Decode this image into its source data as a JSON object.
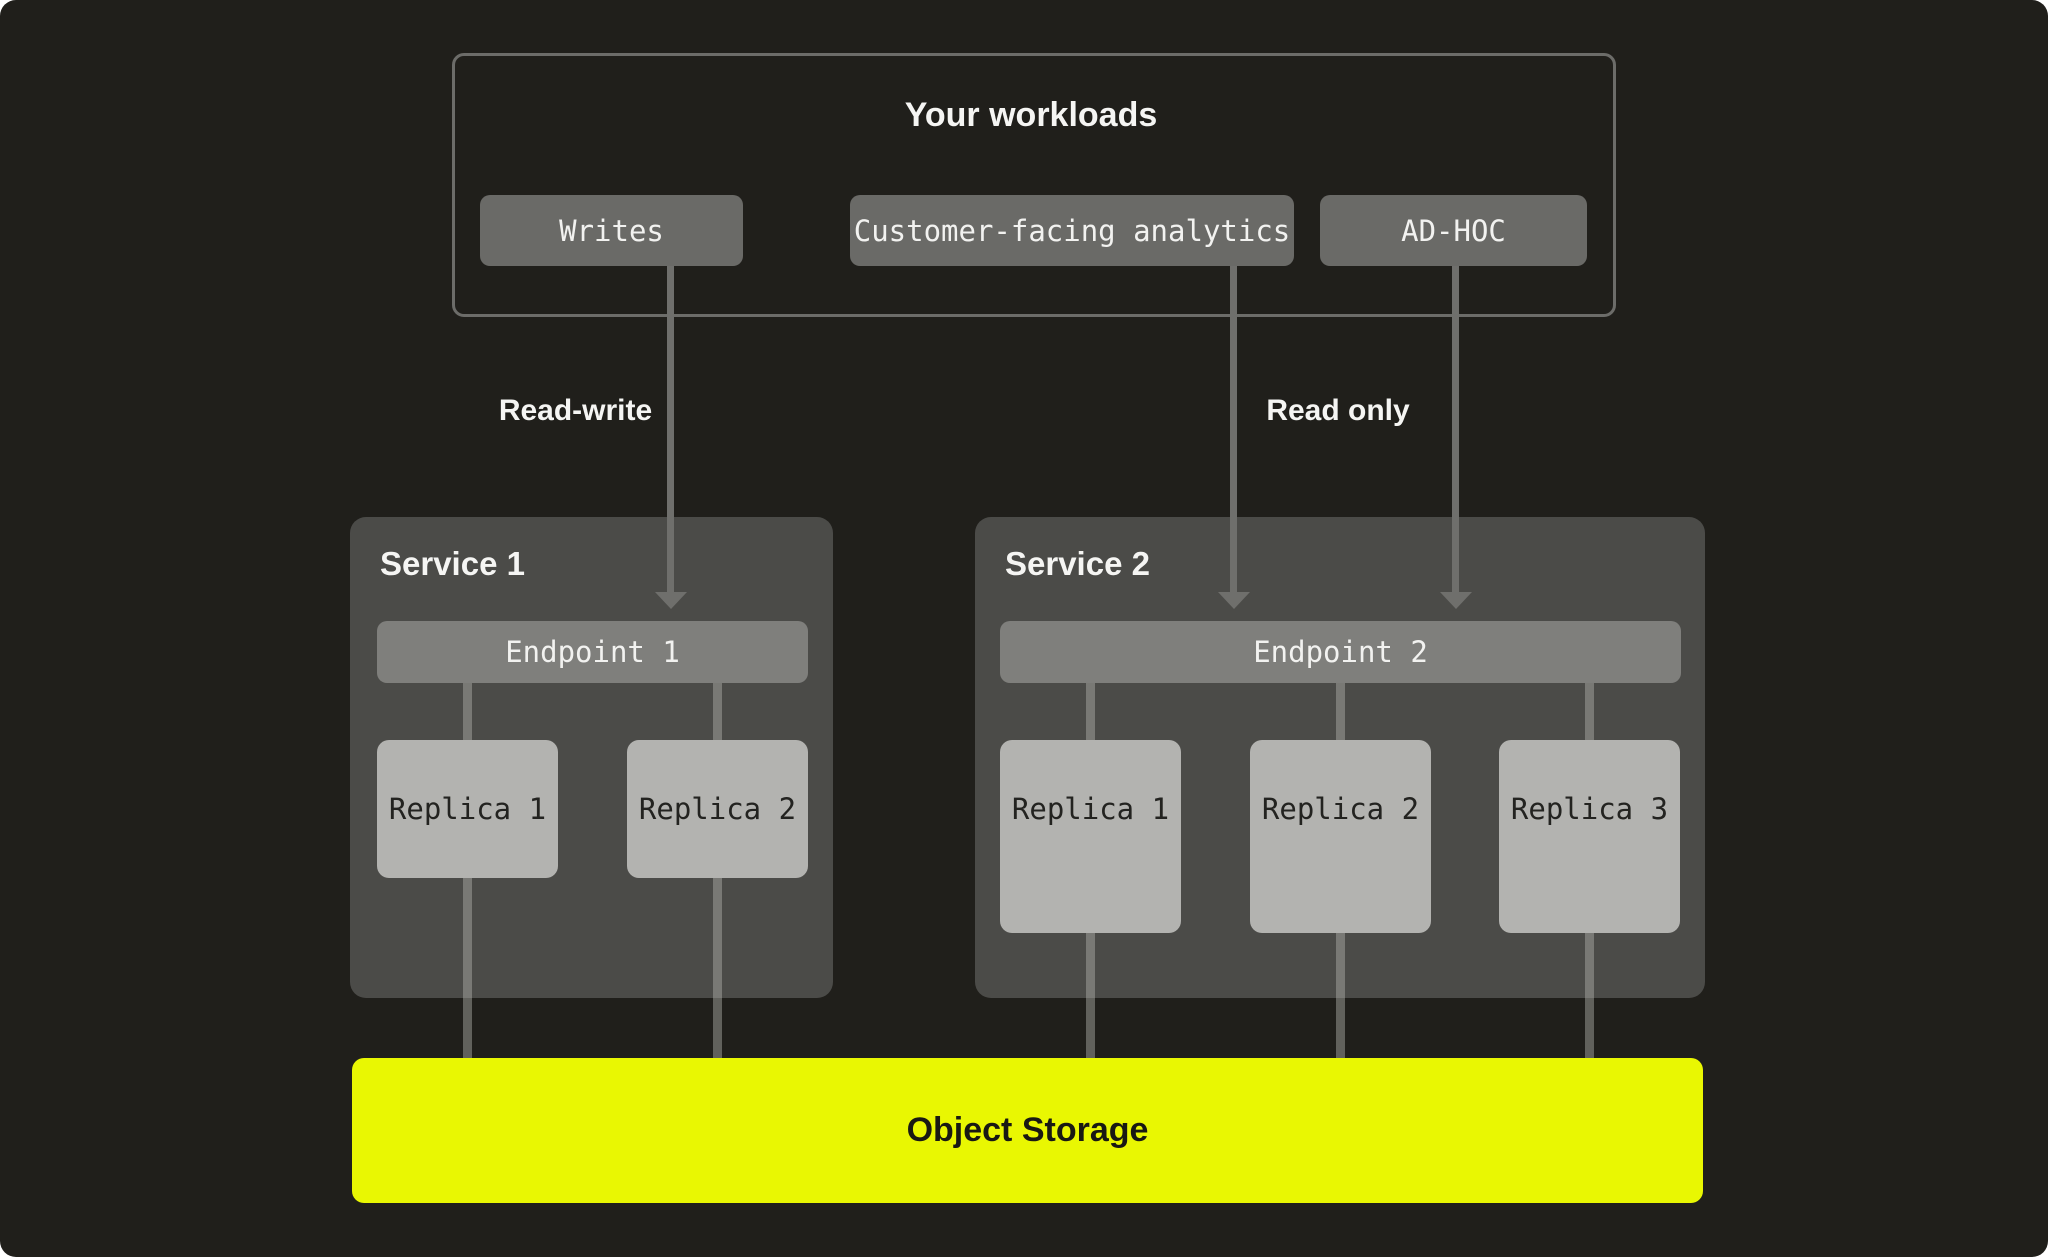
{
  "diagram": {
    "title": "Your workloads",
    "workload_chips": [
      {
        "label": "Writes"
      },
      {
        "label": "Customer-facing analytics"
      },
      {
        "label": "AD-HOC"
      }
    ],
    "edges": {
      "read_write_label": "Read-write",
      "read_only_label": "Read only"
    },
    "services": [
      {
        "title": "Service 1",
        "endpoint": "Endpoint 1",
        "replicas": [
          "Replica 1",
          "Replica 2"
        ]
      },
      {
        "title": "Service 2",
        "endpoint": "Endpoint 2",
        "replicas": [
          "Replica 1",
          "Replica 2",
          "Replica 3"
        ]
      }
    ],
    "storage": {
      "label": "Object Storage"
    },
    "colors": {
      "background": "#201f1b",
      "panel": "#4b4b48",
      "panel_border": "#6c6c69",
      "chip": "#6a6a67",
      "endpoint_bar": "#7f7f7c",
      "replica_box": "#b3b3b0",
      "connector": "#6f6f6c",
      "accent_yellow": "#e9f702",
      "text_light": "#f5f5f3",
      "text_dark": "#191913"
    }
  }
}
